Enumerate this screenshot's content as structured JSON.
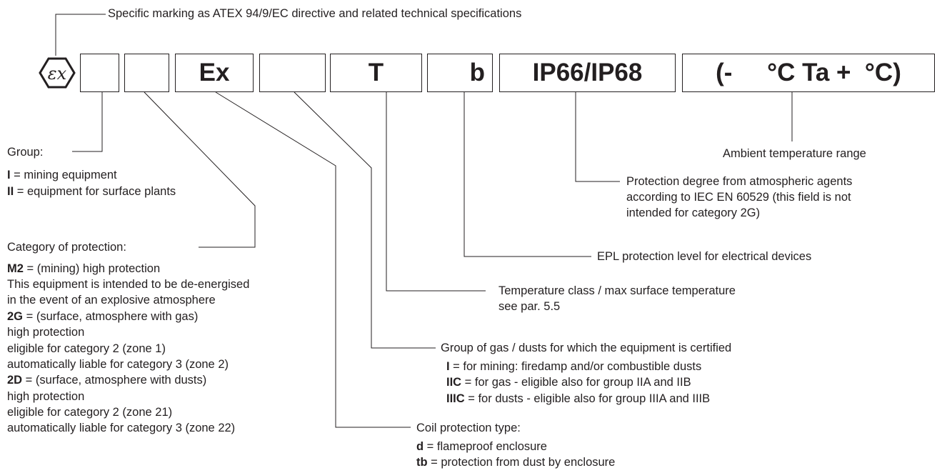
{
  "header": {
    "title": "Specific marking as ATEX 94/9/EC directive and related technical specifications"
  },
  "logo": {
    "icon": "atex-ex-hexagon-icon"
  },
  "marking_boxes": [
    "",
    "",
    "Ex",
    "",
    "T",
    "b",
    "IP66/IP68",
    "(-     °C Ta +  °C)"
  ],
  "annotations": {
    "group": {
      "title": "Group:",
      "items": [
        {
          "code": "I",
          "text": " = mining equipment"
        },
        {
          "code": "II",
          "text": " = equipment for surface plants"
        }
      ]
    },
    "category": {
      "title": "Category of protection:",
      "m2_code": "M2",
      "m2_text": " = (mining) high protection",
      "m2_note1": "This equipment is intended to be de-energised",
      "m2_note2": "in the event of an explosive atmosphere",
      "g2_code": "2G",
      "g2_text": " = (surface, atmosphere with gas)",
      "g2_line1": "high protection",
      "g2_line2": "eligible for category 2 (zone 1)",
      "g2_line3": "automatically liable for category 3 (zone 2)",
      "d2_code": "2D",
      "d2_text": " = (surface, atmosphere with dusts)",
      "d2_line1": "high protection",
      "d2_line2": "eligible for category 2 (zone 21)",
      "d2_line3": "automatically liable for category 3 (zone 22)"
    },
    "ambient": {
      "text": "Ambient temperature range"
    },
    "protection_degree": {
      "line1": "Protection degree from atmospheric agents",
      "line2": "according to IEC EN 60529 (this field is not",
      "line3": "intended for category 2G)"
    },
    "epl": {
      "text": "EPL protection level for electrical devices"
    },
    "temperature_class": {
      "line1": "Temperature class / max surface temperature",
      "line2": "see par. 5.5"
    },
    "gas_group": {
      "title": "Group of gas / dusts for which the equipment is certified",
      "i_code": "I",
      "i_text": " = for mining: firedamp and/or combustible dusts",
      "iic_code": "IIC",
      "iic_text": " =  for gas - eligible also for group IIA and IIB",
      "iiic_code": "IIIC",
      "iiic_text": " = for dusts - eligible also for group IIIA and IIIB"
    },
    "coil": {
      "title": "Coil protection type:",
      "d_code": "d",
      "d_text": " =  flameproof enclosure",
      "tb_code": "tb",
      "tb_text": " = protection from dust by enclosure"
    }
  }
}
